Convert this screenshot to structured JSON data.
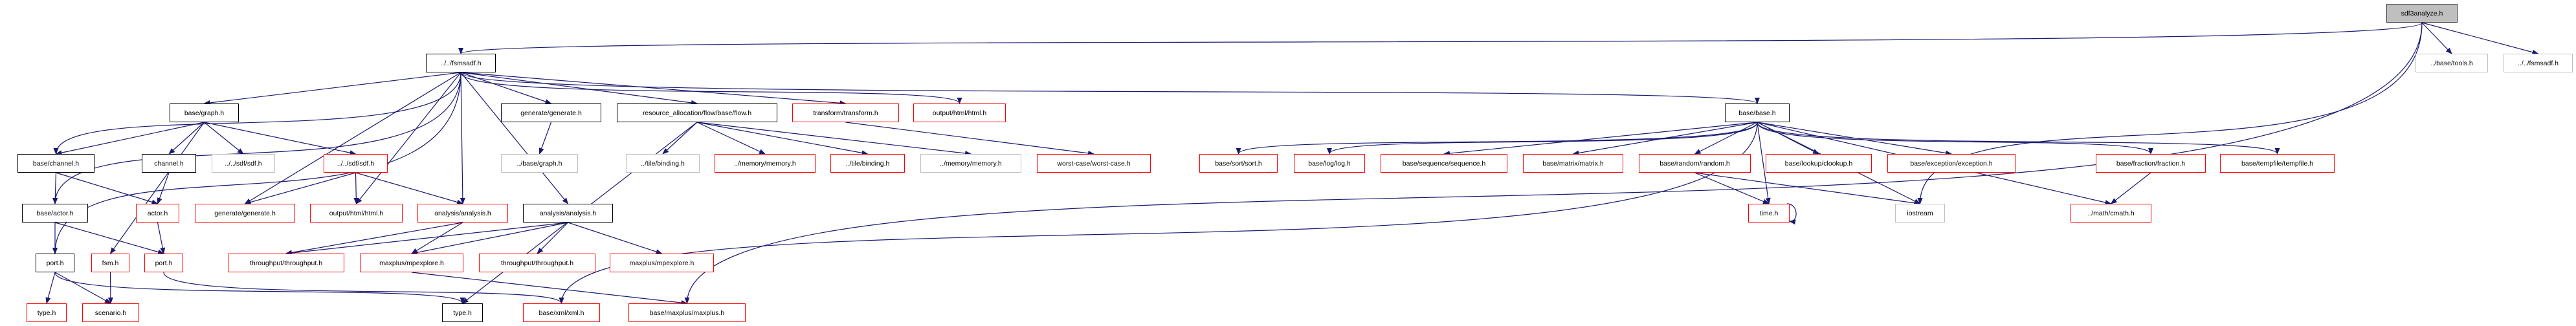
{
  "title": "sdf3analyze.h",
  "colors": {
    "edge": "#191970",
    "black_border": "#000000",
    "red_border": "#ff0000",
    "grey_border": "#bfbfbf",
    "root_fill": "#bfbfbf"
  },
  "nodes": {
    "sdf3analyze": {
      "label": "sdf3analyze.h",
      "style": "root"
    },
    "tools": {
      "label": "../base/tools.h",
      "style": "grey"
    },
    "fsmsadf_grey": {
      "label": "../../fsmsadf.h",
      "style": "grey"
    },
    "fsmsadf": {
      "label": "../../fsmsadf.h",
      "style": "black"
    },
    "base_graph": {
      "label": "base/graph.h",
      "style": "black"
    },
    "generate_black": {
      "label": "generate/generate.h",
      "style": "black"
    },
    "flow": {
      "label": "resource_allocation/flow/base/flow.h",
      "style": "black"
    },
    "transform": {
      "label": "transform/transform.h",
      "style": "red"
    },
    "html_top": {
      "label": "output/html/html.h",
      "style": "red"
    },
    "base_base": {
      "label": "base/base.h",
      "style": "black"
    },
    "base_channel": {
      "label": "base/channel.h",
      "style": "black"
    },
    "channel": {
      "label": "channel.h",
      "style": "black"
    },
    "sdf_grey": {
      "label": "../../sdf/sdf.h",
      "style": "grey"
    },
    "sdf_red": {
      "label": "../../sdf/sdf.h",
      "style": "red"
    },
    "base_graph_grey": {
      "label": "../base/graph.h",
      "style": "grey"
    },
    "binding_grey": {
      "label": "../tile/binding.h",
      "style": "grey"
    },
    "memory_red": {
      "label": "../memory/memory.h",
      "style": "red"
    },
    "binding_red": {
      "label": "../tile/binding.h",
      "style": "red"
    },
    "memory_grey": {
      "label": "../memory/memory.h",
      "style": "grey"
    },
    "worstcase": {
      "label": "worst-case/worst-case.h",
      "style": "red"
    },
    "sort": {
      "label": "base/sort/sort.h",
      "style": "red"
    },
    "log": {
      "label": "base/log/log.h",
      "style": "red"
    },
    "sequence": {
      "label": "base/sequence/sequence.h",
      "style": "red"
    },
    "matrix": {
      "label": "base/matrix/matrix.h",
      "style": "red"
    },
    "random": {
      "label": "base/random/random.h",
      "style": "red"
    },
    "clookup": {
      "label": "base/lookup/clookup.h",
      "style": "red"
    },
    "exception": {
      "label": "base/exception/exception.h",
      "style": "red"
    },
    "fraction": {
      "label": "base/fraction/fraction.h",
      "style": "red"
    },
    "tempfile": {
      "label": "base/tempfile/tempfile.h",
      "style": "red"
    },
    "base_actor": {
      "label": "base/actor.h",
      "style": "black"
    },
    "actor": {
      "label": "actor.h",
      "style": "red"
    },
    "generate_red": {
      "label": "generate/generate.h",
      "style": "red"
    },
    "html_red": {
      "label": "output/html/html.h",
      "style": "red"
    },
    "analysis_red": {
      "label": "analysis/analysis.h",
      "style": "red"
    },
    "analysis_black": {
      "label": "analysis/analysis.h",
      "style": "black"
    },
    "time": {
      "label": "time.h",
      "style": "red"
    },
    "iostream": {
      "label": "iostream",
      "style": "grey"
    },
    "cmath": {
      "label": "../math/cmath.h",
      "style": "red"
    },
    "port_black": {
      "label": "port.h",
      "style": "black"
    },
    "fsm": {
      "label": "fsm.h",
      "style": "red"
    },
    "port_red": {
      "label": "port.h",
      "style": "red"
    },
    "throughput1": {
      "label": "throughput/throughput.h",
      "style": "red"
    },
    "mpexplore1": {
      "label": "maxplus/mpexplore.h",
      "style": "red"
    },
    "throughput2": {
      "label": "throughput/throughput.h",
      "style": "red"
    },
    "mpexplore2": {
      "label": "maxplus/mpexplore.h",
      "style": "red"
    },
    "type_red": {
      "label": "type.h",
      "style": "red"
    },
    "scenario": {
      "label": "scenario.h",
      "style": "red"
    },
    "type_black": {
      "label": "type.h",
      "style": "black"
    },
    "xml": {
      "label": "base/xml/xml.h",
      "style": "red"
    },
    "maxplus": {
      "label": "base/maxplus/maxplus.h",
      "style": "red"
    }
  },
  "edges": [
    [
      "sdf3analyze",
      "fsmsadf"
    ],
    [
      "sdf3analyze",
      "tools"
    ],
    [
      "sdf3analyze",
      "fsmsadf_grey"
    ],
    [
      "sdf3analyze",
      "iostream"
    ],
    [
      "sdf3analyze",
      "maxplus"
    ],
    [
      "fsmsadf",
      "base_graph"
    ],
    [
      "fsmsadf",
      "base_channel"
    ],
    [
      "fsmsadf",
      "base_actor"
    ],
    [
      "fsmsadf",
      "port_black"
    ],
    [
      "fsmsadf",
      "generate_red"
    ],
    [
      "fsmsadf",
      "html_red"
    ],
    [
      "fsmsadf",
      "analysis_red"
    ],
    [
      "fsmsadf",
      "analysis_black"
    ],
    [
      "fsmsadf",
      "generate_black"
    ],
    [
      "fsmsadf",
      "flow"
    ],
    [
      "fsmsadf",
      "transform"
    ],
    [
      "fsmsadf",
      "html_top"
    ],
    [
      "fsmsadf",
      "base_base"
    ],
    [
      "base_graph",
      "base_channel"
    ],
    [
      "base_graph",
      "channel"
    ],
    [
      "base_graph",
      "sdf_grey"
    ],
    [
      "base_graph",
      "sdf_red"
    ],
    [
      "base_graph",
      "fsm"
    ],
    [
      "sdf_red",
      "generate_red"
    ],
    [
      "sdf_red",
      "html_red"
    ],
    [
      "sdf_red",
      "analysis_red"
    ],
    [
      "generate_black",
      "base_graph_grey"
    ],
    [
      "base_channel",
      "base_actor"
    ],
    [
      "base_channel",
      "actor"
    ],
    [
      "channel",
      "actor"
    ],
    [
      "base_actor",
      "port_black"
    ],
    [
      "base_actor",
      "port_red"
    ],
    [
      "actor",
      "port_red"
    ],
    [
      "analysis_red",
      "throughput1"
    ],
    [
      "analysis_red",
      "mpexplore1"
    ],
    [
      "analysis_black",
      "throughput1"
    ],
    [
      "analysis_black",
      "mpexplore1"
    ],
    [
      "analysis_black",
      "throughput2"
    ],
    [
      "analysis_black",
      "mpexplore2"
    ],
    [
      "port_black",
      "type_red"
    ],
    [
      "port_black",
      "scenario"
    ],
    [
      "port_black",
      "type_black"
    ],
    [
      "fsm",
      "scenario"
    ],
    [
      "port_red",
      "xml"
    ],
    [
      "mpexplore1",
      "maxplus"
    ],
    [
      "flow",
      "binding_grey"
    ],
    [
      "flow",
      "memory_red"
    ],
    [
      "flow",
      "binding_red"
    ],
    [
      "flow",
      "memory_grey"
    ],
    [
      "flow",
      "type_black"
    ],
    [
      "transform",
      "worstcase"
    ],
    [
      "base_base",
      "sort"
    ],
    [
      "base_base",
      "log"
    ],
    [
      "base_base",
      "sequence"
    ],
    [
      "base_base",
      "matrix"
    ],
    [
      "base_base",
      "random"
    ],
    [
      "base_base",
      "clookup"
    ],
    [
      "base_base",
      "exception"
    ],
    [
      "base_base",
      "fraction"
    ],
    [
      "base_base",
      "tempfile"
    ],
    [
      "base_base",
      "cmath"
    ],
    [
      "base_base",
      "iostream"
    ],
    [
      "base_base",
      "time"
    ],
    [
      "base_base",
      "xml"
    ],
    [
      "random",
      "time"
    ],
    [
      "random",
      "iostream"
    ],
    [
      "time",
      "time"
    ],
    [
      "fraction",
      "cmath"
    ]
  ]
}
